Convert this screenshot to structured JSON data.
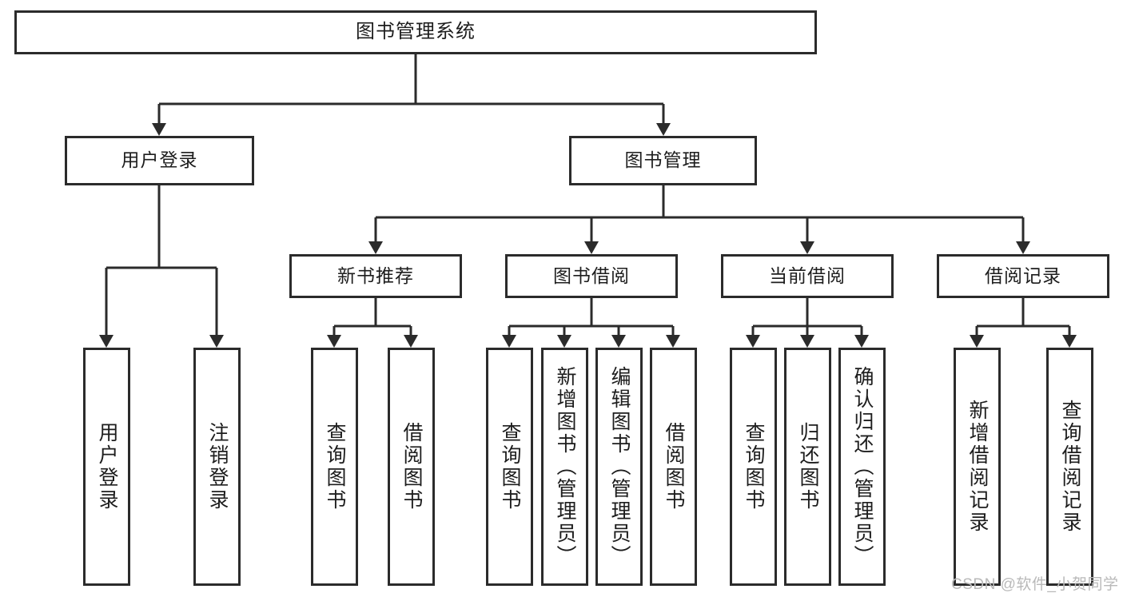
{
  "diagram": {
    "title": "图书管理系统",
    "type": "功能结构图",
    "colors": {
      "box_border": "#2b2b2b",
      "box_fill": "#ffffff",
      "connector": "#2b2b2b",
      "text": "#1d1d1d",
      "watermark": "#b9b9b9",
      "background": "#ffffff"
    }
  },
  "root": {
    "label": "图书管理系统"
  },
  "level2": [
    {
      "label": "用户登录"
    },
    {
      "label": "图书管理"
    }
  ],
  "level3": [
    {
      "label": "新书推荐"
    },
    {
      "label": "图书借阅"
    },
    {
      "label": "当前借阅"
    },
    {
      "label": "借阅记录"
    }
  ],
  "leaves": {
    "user_login": [
      {
        "label": "用户登录"
      },
      {
        "label": "注销登录"
      }
    ],
    "new_book_recommend": [
      {
        "label": "查询图书"
      },
      {
        "label": "借阅图书"
      }
    ],
    "book_borrow": [
      {
        "label": "查询图书"
      },
      {
        "label": "新增图书（管理员）"
      },
      {
        "label": "编辑图书（管理员）"
      },
      {
        "label": "借阅图书"
      }
    ],
    "current_borrow": [
      {
        "label": "查询图书"
      },
      {
        "label": "归还图书"
      },
      {
        "label": "确认归还（管理员）"
      }
    ],
    "borrow_record": [
      {
        "label": "新增借阅记录"
      },
      {
        "label": "查询借阅记录"
      }
    ]
  },
  "watermark": {
    "text": "CSDN @软件_小贺同学"
  }
}
